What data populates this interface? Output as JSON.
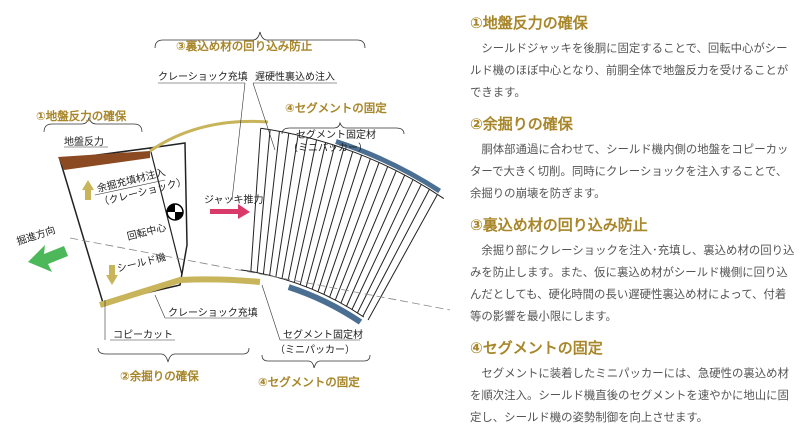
{
  "diagram": {
    "top_label_3": "③裏込め材の回り込み防止",
    "clay_shock_fill_top": "クレーショック充填",
    "slow_backfill": "遅硬性裏込め注入",
    "top_label_1": "①地盤反力の確保",
    "ground_reaction": "地盤反力",
    "top_label_4": "④セグメントの固定",
    "segment_fixer_top": "セグメント固定材",
    "mini_packer_top": "（ミニパッカー）",
    "overcut_fill_1": "余掘充填材注入",
    "overcut_fill_2": "（クレーショック）",
    "jack_thrust": "ジャッキ推力",
    "rotation_center": "回転中心",
    "direction": "掘進方向",
    "shield_machine": "シールド機",
    "clay_shock_fill_bottom": "クレーショック充填",
    "copy_cut": "コピーカット",
    "segment_fixer_bottom": "セグメント固定材",
    "mini_packer_bottom": "（ミニパッカー）",
    "bottom_label_2": "②余掘りの確保",
    "bottom_label_4": "④セグメントの固定"
  },
  "sections": [
    {
      "title": "①地盤反力の確保",
      "body": "シールドジャッキを後胴に固定することで、回転中心がシールド機のほぼ中心となり、前胴全体で地盤反力を受けることができます。"
    },
    {
      "title": "②余掘りの確保",
      "body": "胴体部通過に合わせて、シールド機内側の地盤をコピーカッターで大きく切削。同時にクレーショックを注入することで、余掘りの崩壊を防ぎます。"
    },
    {
      "title": "③裏込め材の回り込み防止",
      "body": "余掘り部にクレーショックを注入･充填し、裏込め材の回り込みを防止します。また、仮に裏込め材がシールド機側に回り込んだとしても、硬化時間の長い遅硬性裏込め材によって、付着等の影響を最小限にします。"
    },
    {
      "title": "④セグメントの固定",
      "body": "セグメントに装着したミニパッカーには、急硬性の裏込め材を順次注入。シールド機直後のセグメントを速やかに地山に固定し、シールド機の姿勢制御を向上させます。"
    }
  ],
  "colors": {
    "accent": "#a8862a",
    "ground": "#8b4a22",
    "clay": "#c8b45a",
    "packer": "#4a6f93",
    "thrust": "#d83a6a",
    "direction": "#4cb85a"
  }
}
